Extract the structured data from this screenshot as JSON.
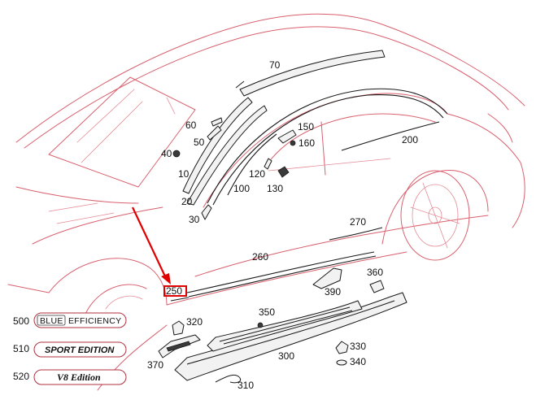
{
  "callouts": {
    "p10": "10",
    "p20": "20",
    "p30": "30",
    "p40": "40",
    "p50": "50",
    "p60": "60",
    "p70": "70",
    "p100": "100",
    "p120": "120",
    "p130": "130",
    "p150": "150",
    "p160": "160",
    "p200": "200",
    "p250": "250",
    "p260": "260",
    "p270": "270",
    "p300": "300",
    "p310": "310",
    "p320": "320",
    "p330": "330",
    "p340": "340",
    "p350": "350",
    "p360": "360",
    "p370": "370",
    "p390": "390",
    "p500": "500",
    "p510": "510",
    "p520": "520"
  },
  "badges": {
    "blue_prefix": "BLUE",
    "blue_suffix": "EFFICIENCY",
    "sport": "SPORT EDITION",
    "v8": "V8 Edition"
  },
  "colors": {
    "car_outline": "#d9606e",
    "highlight": "#e00000"
  }
}
